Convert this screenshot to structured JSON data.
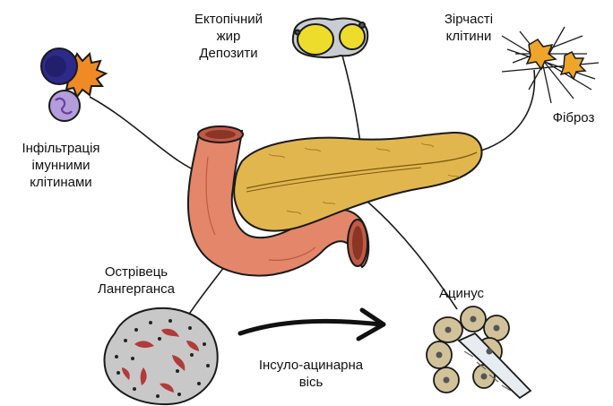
{
  "labels": {
    "ectopic_fat": [
      "Ектопічний",
      "жир",
      "Депозити"
    ],
    "stellate_cells": [
      "Зірчасті",
      "клітини"
    ],
    "fibrosis": "Фіброз",
    "immune_infiltration": [
      "Інфільтрація",
      "імунними",
      "клітинами"
    ],
    "islet": [
      "Острівець",
      "Лангерганса"
    ],
    "acinus": "Ацинус",
    "axis": [
      "Інсуло-ацинарна",
      "вісь"
    ]
  },
  "colors": {
    "pancreas_body": "#E2B64F",
    "pancreas_outline": "#A97A1D",
    "duodenum": "#E3866A",
    "duodenum_dark": "#C05A45",
    "fat_yellow": "#EEDC2C",
    "fat_cell_bg": "#C9CDD2",
    "immune_blue": "#2D2A8C",
    "immune_orange": "#F08A24",
    "neutrophil_purple": "#B39DDB",
    "islet_grey": "#C8C8C8",
    "islet_red": "#B23A3A",
    "acinar_tan": "#D2C29A",
    "stellate_orange": "#EFA52A"
  }
}
